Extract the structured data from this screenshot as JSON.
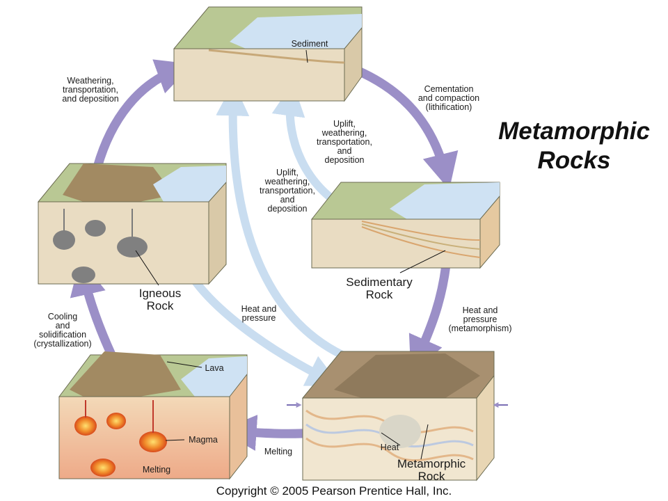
{
  "title": "Metamorphic\nRocks",
  "copyright": "Copyright © 2005 Pearson Prentice Hall, Inc.",
  "labels": {
    "sediment": "Sediment",
    "weathering": "Weathering,\ntransportation,\nand deposition",
    "cementation": "Cementation\nand compaction\n(lithification)",
    "uplift_inner": "Uplift,\nweathering,\ntransportation,\nand\ndeposition",
    "uplift_outer": "Uplift,\nweathering,\ntransportation,\nand\ndeposition",
    "sedimentary_rock": "Sedimentary\nRock",
    "igneous_rock": "Igneous\nRock",
    "heat_pressure_center": "Heat and\npressure",
    "heat_pressure_meta": "Heat and\npressure\n(metamorphism)",
    "cooling": "Cooling\nand\nsolidification\n(crystallization)",
    "lava": "Lava",
    "magma": "Magma",
    "melting_bottom": "Melting",
    "melting_arrow": "Melting",
    "heat": "Heat",
    "metamorphic_rock": "Metamorphic\nRock"
  },
  "colors": {
    "cycle_arrow": "#9b8fc7",
    "shortcut_arrow": "#c9ddf0",
    "water": "#cfe2f3",
    "land": "#b7c58f",
    "rock": "#e9dcc2",
    "magma": "#e4572e"
  }
}
